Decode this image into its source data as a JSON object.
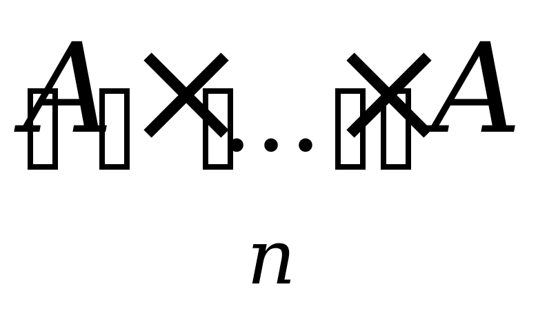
{
  "formula": {
    "operand_left": "A",
    "operator_left": "×",
    "ellipsis": "…",
    "operator_right": "×",
    "operand_right": "A",
    "count_label": "n"
  },
  "colors": {
    "ink": "#000000",
    "background": "#ffffff"
  }
}
